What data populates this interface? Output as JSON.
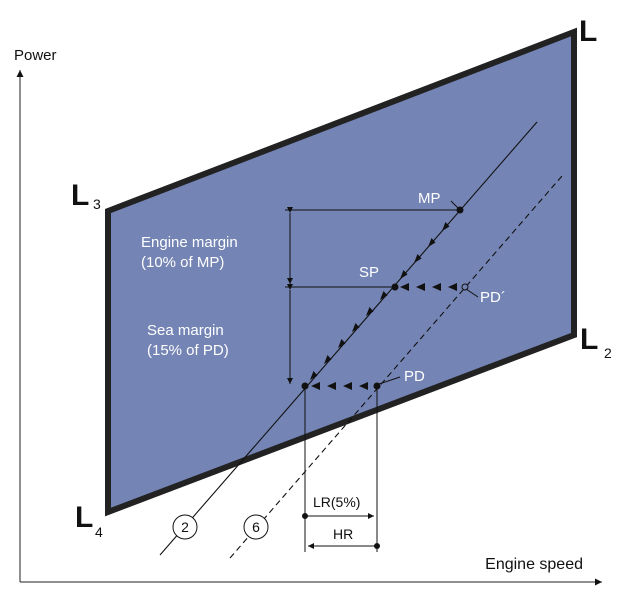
{
  "axes": {
    "y_label": "Power",
    "x_label": "Engine speed"
  },
  "corners": {
    "top_right": {
      "main": "L",
      "sub": ""
    },
    "left_top": {
      "main": "L",
      "sub": "3"
    },
    "right_bottom": {
      "main": "L",
      "sub": "2"
    },
    "left_bottom": {
      "main": "L",
      "sub": "4"
    }
  },
  "margins": {
    "engine_title": "Engine margin",
    "engine_detail": "(10% of MP)",
    "sea_title": "Sea margin",
    "sea_detail": "(15% of PD)"
  },
  "points": {
    "mp": "MP",
    "sp": "SP",
    "pd_prime": "PD´",
    "pd": "PD"
  },
  "curves": {
    "curve_2": "2",
    "curve_6": "6"
  },
  "ranges": {
    "lr": "LR(5%)",
    "hr": "HR"
  },
  "colors": {
    "envelope_fill": "#7484B4",
    "outline": "#222222"
  }
}
